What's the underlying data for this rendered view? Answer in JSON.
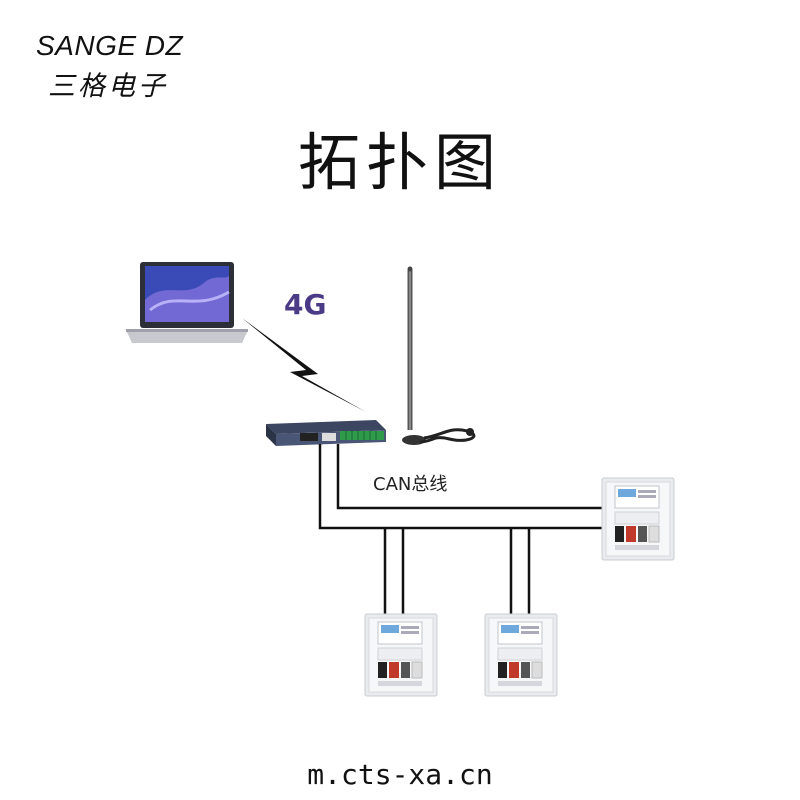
{
  "brand": {
    "name_en": "SANGE DZ",
    "name_cn": "三格电子"
  },
  "title": "拓扑图",
  "labels": {
    "link_4g": "4G",
    "can_bus": "CAN总线"
  },
  "website": "m.cts-xa.cn",
  "colors": {
    "label_4g": "#4b3a86",
    "wire": "#111111",
    "gateway_terminal": "#2e9a4a"
  },
  "nodes": [
    "laptop",
    "4g-link",
    "gateway",
    "antenna",
    "controller",
    "controller",
    "controller"
  ]
}
